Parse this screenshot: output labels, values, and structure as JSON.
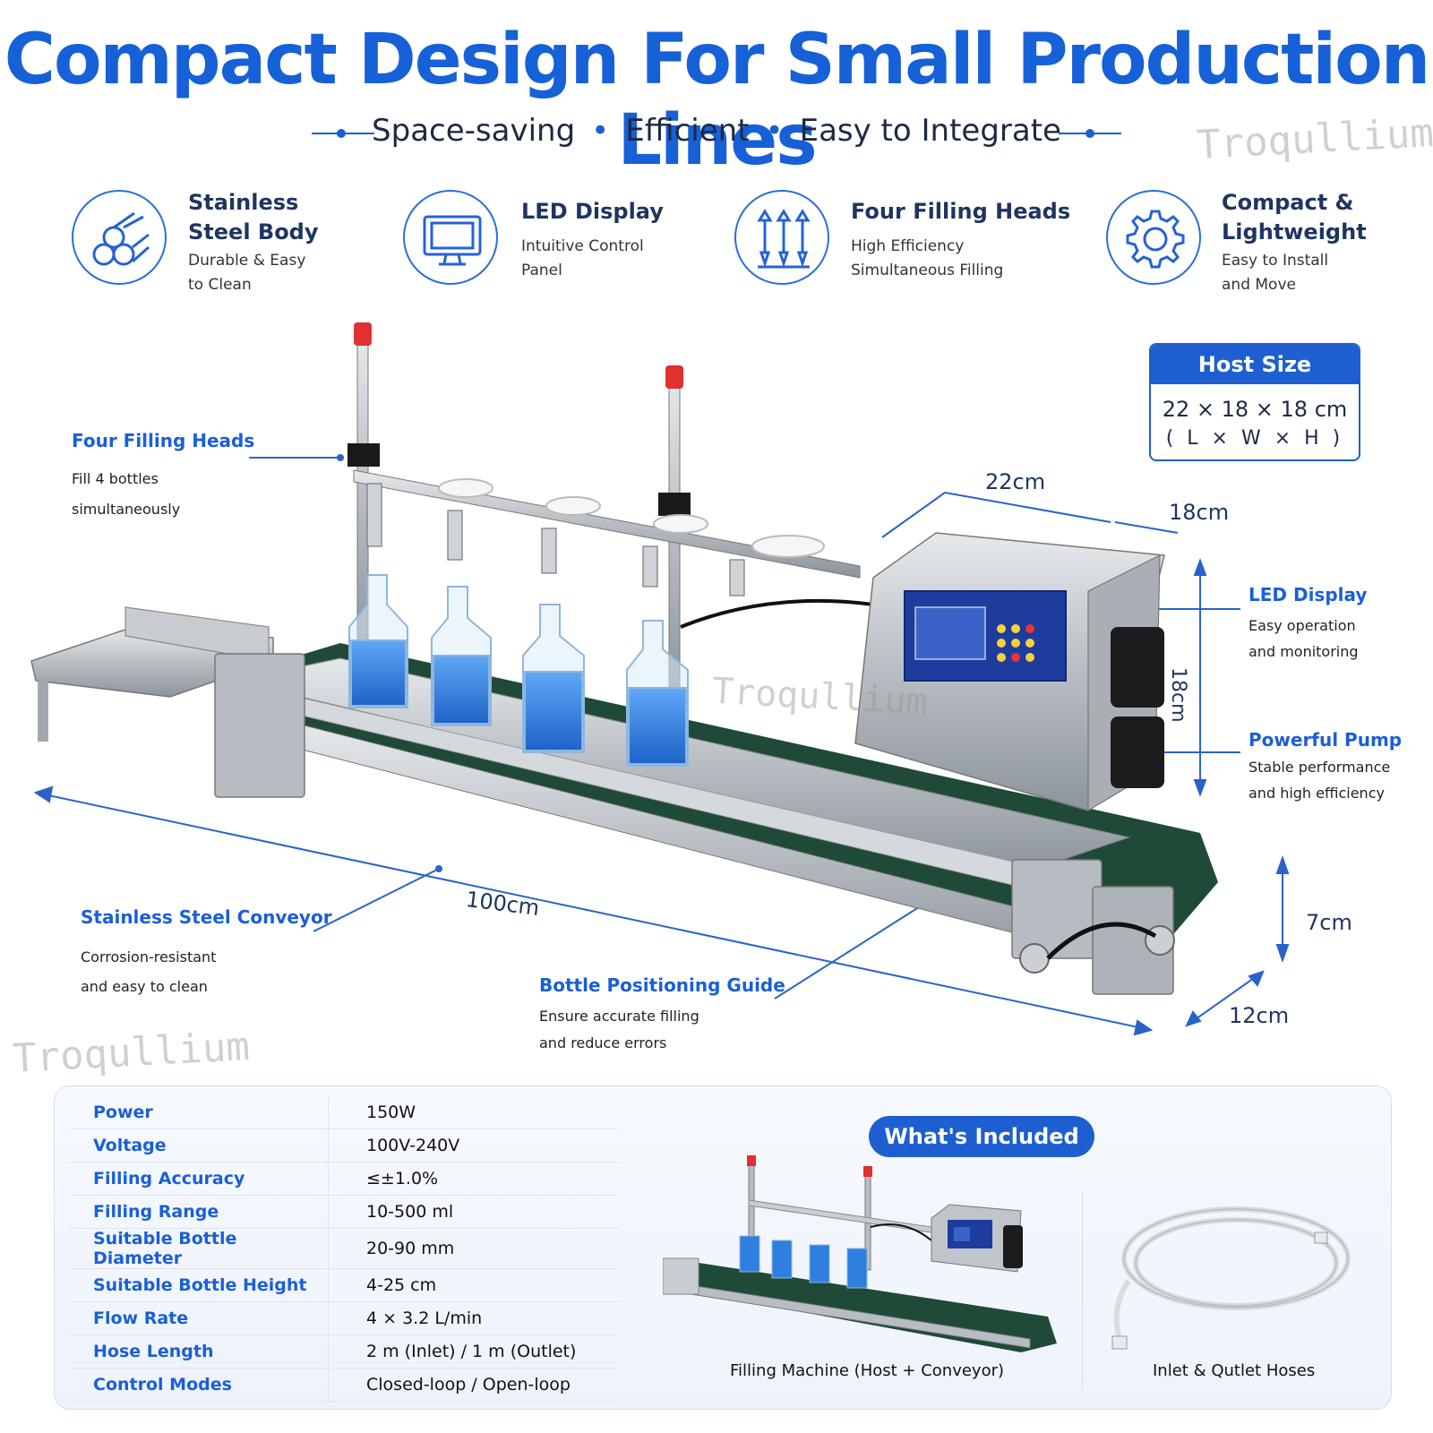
{
  "header": {
    "title": "Compact Design For Small Production Lines",
    "subtitle_items": [
      "Space-saving",
      "Efficient",
      "Easy to Integrate"
    ]
  },
  "watermark": "Troqullium",
  "features": [
    {
      "icon": "pipes-icon",
      "title_lines": [
        "Stainless",
        "Steel Body"
      ],
      "desc_lines": [
        "Durable & Easy",
        "to Clean"
      ]
    },
    {
      "icon": "monitor-icon",
      "title_lines": [
        "LED Display"
      ],
      "desc_lines": [
        "Intuitive Control",
        "Panel"
      ]
    },
    {
      "icon": "filling-heads-icon",
      "title_lines": [
        "Four Filling Heads"
      ],
      "desc_lines": [
        "High Efficiency",
        "Simultaneous Filling"
      ]
    },
    {
      "icon": "gear-icon",
      "title_lines": [
        "Compact &",
        "Lightweight"
      ],
      "desc_lines": [
        "Easy to Install",
        "and Move"
      ]
    }
  ],
  "callouts": {
    "filling_heads": {
      "title": "Four Filling Heads",
      "lines": [
        "Fill 4 bottles",
        "simultaneously"
      ]
    },
    "led_display": {
      "title": "LED Display",
      "lines": [
        "Easy operation",
        "and monitoring"
      ]
    },
    "pump": {
      "title": "Powerful Pump",
      "lines": [
        "Stable performance",
        "and high efficiency"
      ]
    },
    "conveyor": {
      "title": "Stainless Steel Conveyor",
      "lines": [
        "Corrosion-resistant",
        "and easy to clean"
      ]
    },
    "guide": {
      "title": "Bottle Positioning Guide",
      "lines": [
        "Ensure accurate filling",
        "and reduce errors"
      ]
    }
  },
  "host_size": {
    "title": "Host Size",
    "dims": "22 × 18 × 18 cm",
    "units": "( L × W × H )"
  },
  "dimensions": {
    "host_length": "22cm",
    "host_width": "18cm",
    "host_height": "18cm",
    "conveyor_length": "100cm",
    "conveyor_height": "7cm",
    "conveyor_width": "12cm"
  },
  "specs": [
    {
      "key": "Power",
      "value": "150W"
    },
    {
      "key": "Voltage",
      "value": "100V-240V"
    },
    {
      "key": "Filling Accuracy",
      "value": "≤±1.0%"
    },
    {
      "key": "Filling Range",
      "value": "10-500 ml"
    },
    {
      "key": "Suitable Bottle Diameter",
      "value": "20-90 mm"
    },
    {
      "key": "Suitable Bottle Height",
      "value": "4-25 cm"
    },
    {
      "key": "Flow Rate",
      "value": "4 × 3.2 L/min"
    },
    {
      "key": "Hose Length",
      "value": "2 m (Inlet) / 1 m (Outlet)"
    },
    {
      "key": "Control Modes",
      "value": "Closed-loop / Open-loop"
    }
  ],
  "included": {
    "title": "What's Included",
    "items": [
      "Filling Machine (Host + Conveyor)",
      "Inlet & Qutlet Hoses"
    ]
  },
  "colors": {
    "accent": "#1d5fd0",
    "liquid": "#2f7fe0",
    "belt": "#1f4a38",
    "steel": "#b9bec4"
  }
}
